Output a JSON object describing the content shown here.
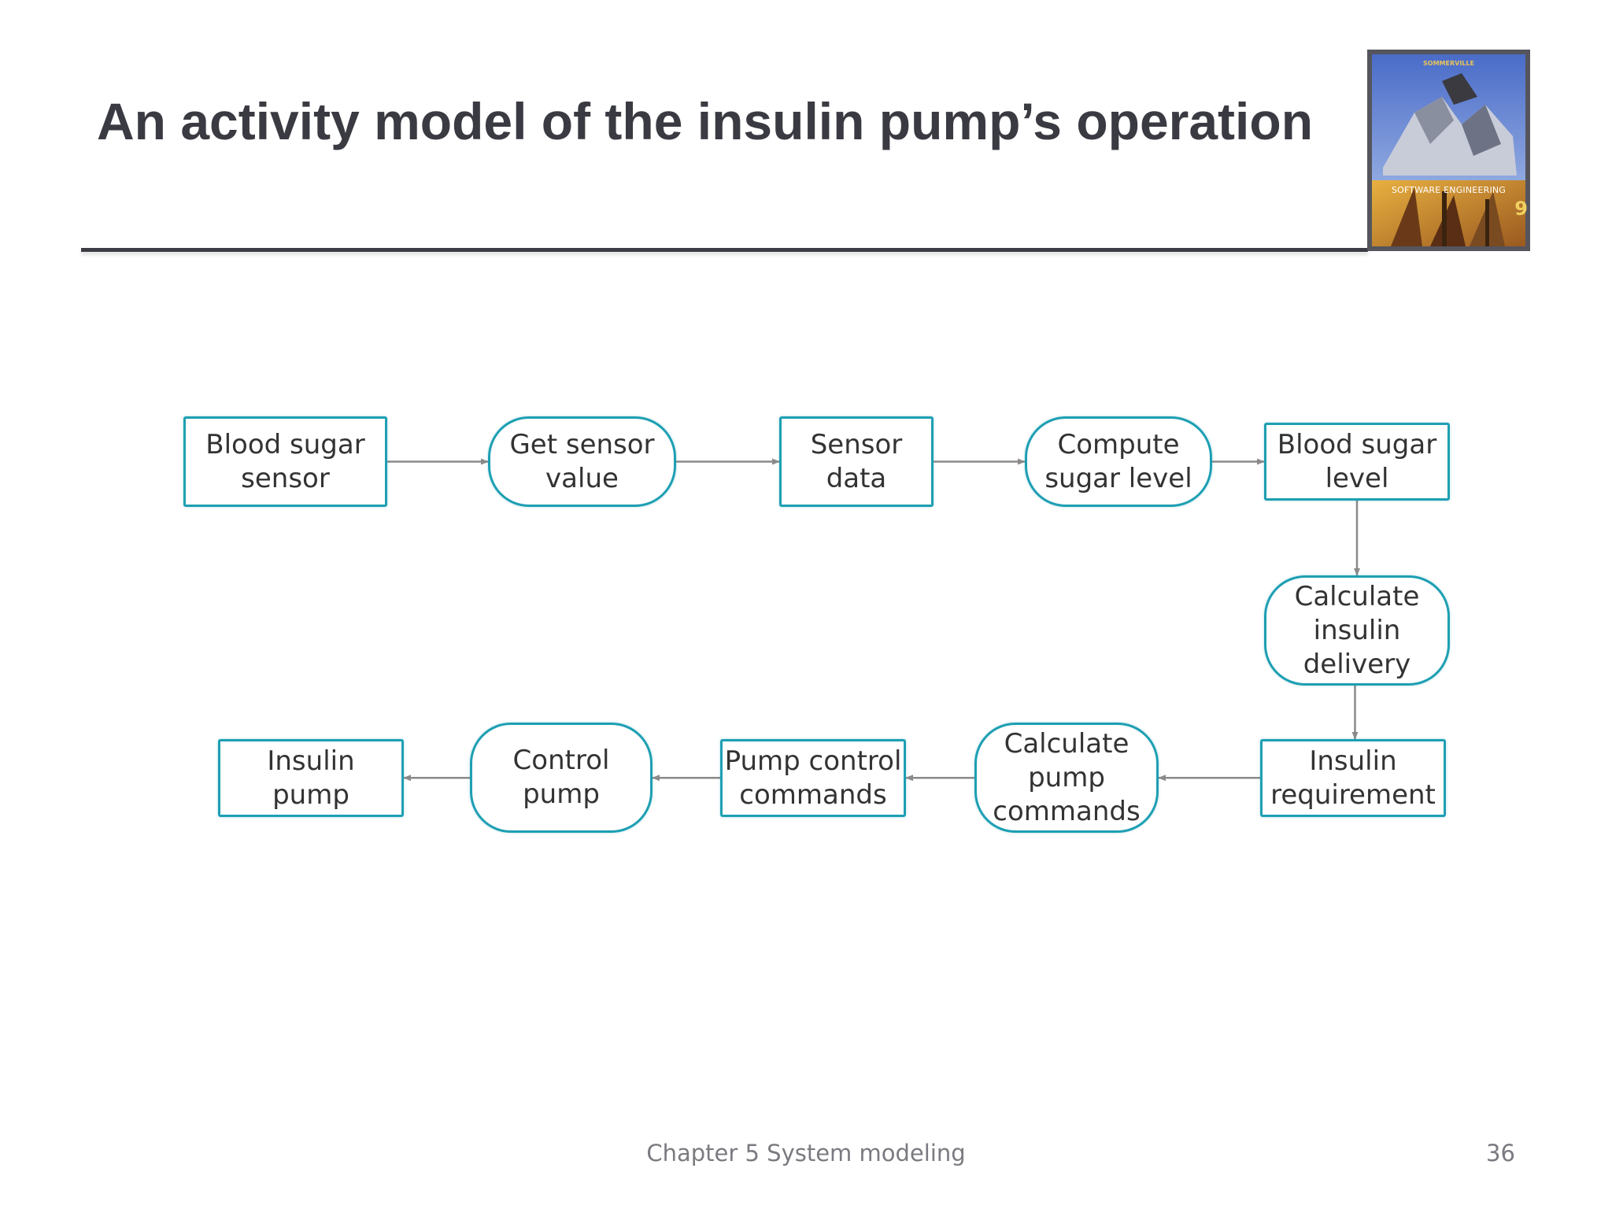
{
  "slide": {
    "title": "An activity model of the insulin pump’s operation",
    "footer": "Chapter 5 System modeling",
    "page_number": "36"
  },
  "cover": {
    "author": "SOMMERVILLE",
    "title": "SOFTWARE ENGINEERING",
    "edition": "9"
  },
  "diagram": {
    "nodes": [
      {
        "id": "blood-sugar-sensor",
        "kind": "data",
        "label": "Blood sugar\nsensor"
      },
      {
        "id": "get-sensor-value",
        "kind": "activity",
        "label": "Get sensor\nvalue"
      },
      {
        "id": "sensor-data",
        "kind": "data",
        "label": "Sensor\ndata"
      },
      {
        "id": "compute-sugar-level",
        "kind": "activity",
        "label": "Compute\nsugar level"
      },
      {
        "id": "blood-sugar-level",
        "kind": "data",
        "label": "Blood sugar\nlevel"
      },
      {
        "id": "calculate-insulin-delivery",
        "kind": "activity",
        "label": "Calculate\ninsulin\ndelivery"
      },
      {
        "id": "insulin-requirement",
        "kind": "data",
        "label": "Insulin\nrequirement"
      },
      {
        "id": "calculate-pump-commands",
        "kind": "activity",
        "label": "Calculate\npump\ncommands"
      },
      {
        "id": "pump-control-commands",
        "kind": "data",
        "label": "Pump control\ncommands"
      },
      {
        "id": "control-pump",
        "kind": "activity",
        "label": "Control\npump"
      },
      {
        "id": "insulin-pump",
        "kind": "data",
        "label": "Insulin\npump"
      }
    ],
    "edges": [
      {
        "from": "blood-sugar-sensor",
        "to": "get-sensor-value"
      },
      {
        "from": "get-sensor-value",
        "to": "sensor-data"
      },
      {
        "from": "sensor-data",
        "to": "compute-sugar-level"
      },
      {
        "from": "compute-sugar-level",
        "to": "blood-sugar-level"
      },
      {
        "from": "blood-sugar-level",
        "to": "calculate-insulin-delivery"
      },
      {
        "from": "calculate-insulin-delivery",
        "to": "insulin-requirement"
      },
      {
        "from": "insulin-requirement",
        "to": "calculate-pump-commands"
      },
      {
        "from": "calculate-pump-commands",
        "to": "pump-control-commands"
      },
      {
        "from": "pump-control-commands",
        "to": "control-pump"
      },
      {
        "from": "control-pump",
        "to": "insulin-pump"
      }
    ],
    "colors": {
      "border": "#1e9fb3",
      "arrow": "#8a8a8a",
      "text": "#333333"
    }
  }
}
